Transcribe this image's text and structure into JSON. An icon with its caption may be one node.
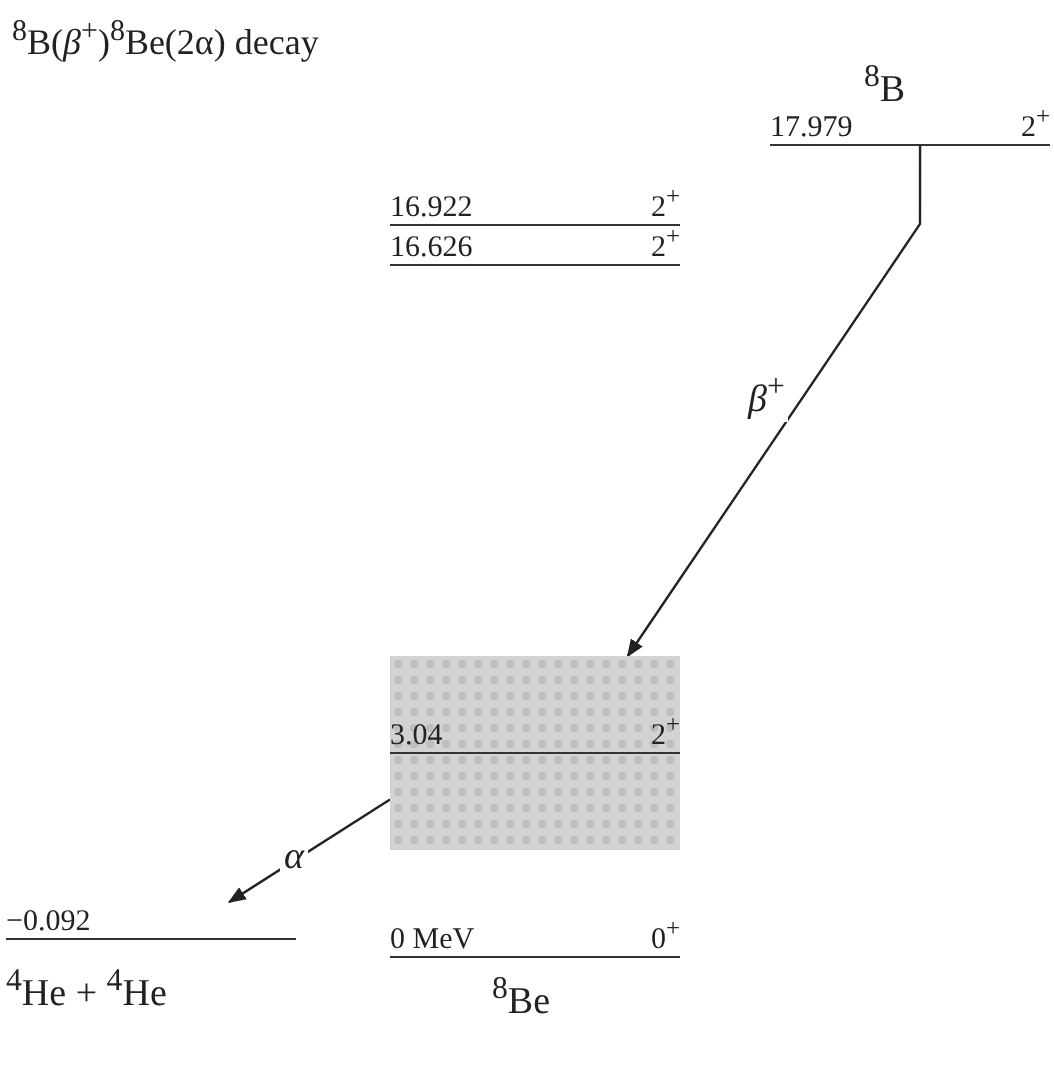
{
  "diagram": {
    "title": "$^{8}$B(*β*$^{+}$)$^{8}$Be(2α) decay",
    "nodes": [
      {
        "text": [
          "17.979",
          "2$^{+}$"
        ],
        "beside": [
          "$^{8}$B"
        ]
      },
      {
        "text": [
          "16.922",
          "2$^{+}$"
        ]
      },
      {
        "text": [
          "16.626",
          "2$^{+}$"
        ]
      },
      {
        "text": [
          "3.04",
          "2$^{+}$"
        ]
      },
      {
        "text": [
          "0 MeV",
          "0$^{+}$"
        ],
        "beside": [
          "$^{8}$Be"
        ]
      },
      {
        "text": [
          "−0.092"
        ],
        "beside": [
          "$^{4}$He + $^{4}$He"
        ]
      }
    ],
    "edges": [
      {
        "from": 0,
        "to": 3,
        "arrow": "to",
        "label": "*β*$^{+}$"
      },
      {
        "from": 3,
        "to": 5,
        "arrow": "to",
        "label": "*α*"
      }
    ]
  }
}
